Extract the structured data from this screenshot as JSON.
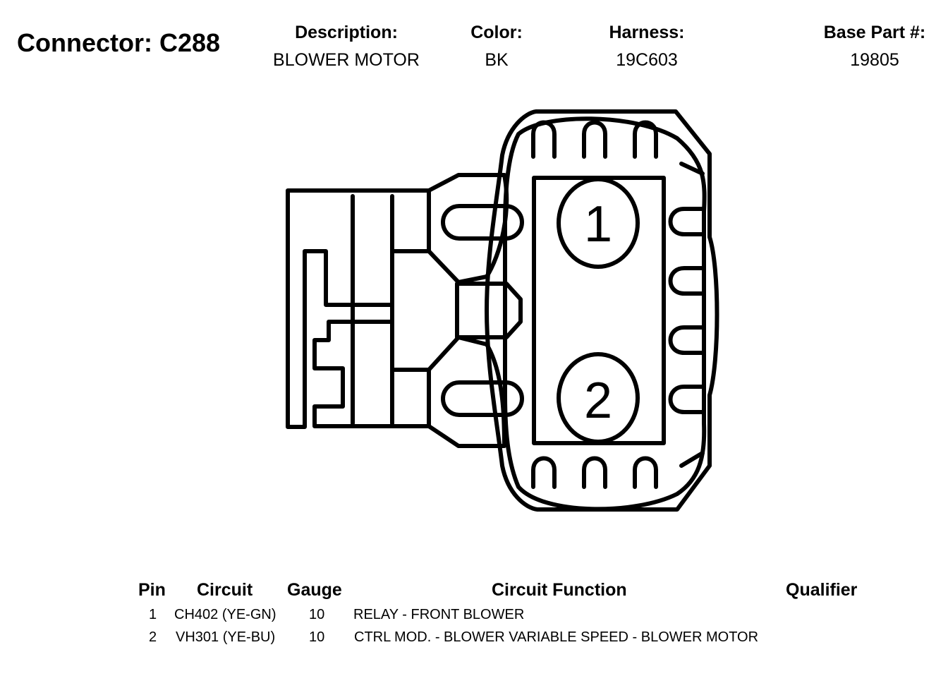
{
  "header": {
    "title": "Connector: C288",
    "description_label": "Description:",
    "description_value": "BLOWER MOTOR",
    "color_label": "Color:",
    "color_value": "BK",
    "harness_label": "Harness:",
    "harness_value": "19C603",
    "base_part_label": "Base Part #:",
    "base_part_value": "19805"
  },
  "diagram": {
    "pins": [
      "1",
      "2"
    ]
  },
  "table": {
    "headers": [
      "Pin",
      "Circuit",
      "Gauge",
      "Circuit Function",
      "Qualifier"
    ],
    "rows": [
      {
        "pin": "1",
        "circuit": "CH402 (YE-GN)",
        "gauge": "10",
        "function": "RELAY - FRONT BLOWER",
        "qualifier": ""
      },
      {
        "pin": "2",
        "circuit": "VH301 (YE-BU)",
        "gauge": "10",
        "function": "CTRL MOD. - BLOWER VARIABLE SPEED - BLOWER MOTOR",
        "qualifier": ""
      }
    ]
  }
}
